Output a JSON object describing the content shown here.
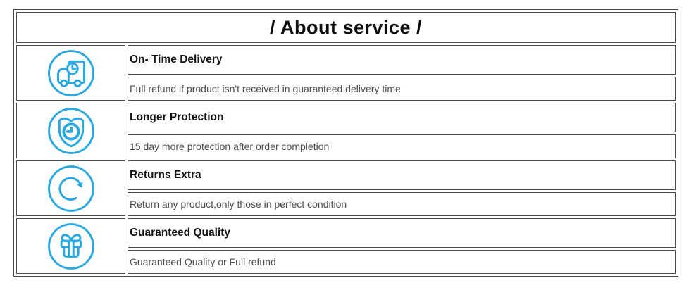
{
  "colors": {
    "accent": "#29a9e1",
    "border": "#4a4a4a",
    "title_text": "#141414",
    "desc_text": "#4c4c4c",
    "background": "#ffffff"
  },
  "header": {
    "title": "/ About service /"
  },
  "services": [
    {
      "icon": "truck-clock-icon",
      "title": "On- Time Delivery",
      "description": "Full refund if product isn't received in guaranteed delivery time"
    },
    {
      "icon": "shield-clock-icon",
      "title": "Longer Protection",
      "description": "15 day more protection after order completion"
    },
    {
      "icon": "refresh-arrows-icon",
      "title": "Returns Extra",
      "description": "Return any product,only those in perfect condition"
    },
    {
      "icon": "gift-icon",
      "title": "Guaranteed Quality",
      "description": "Guaranteed Quality or Full refund"
    }
  ]
}
